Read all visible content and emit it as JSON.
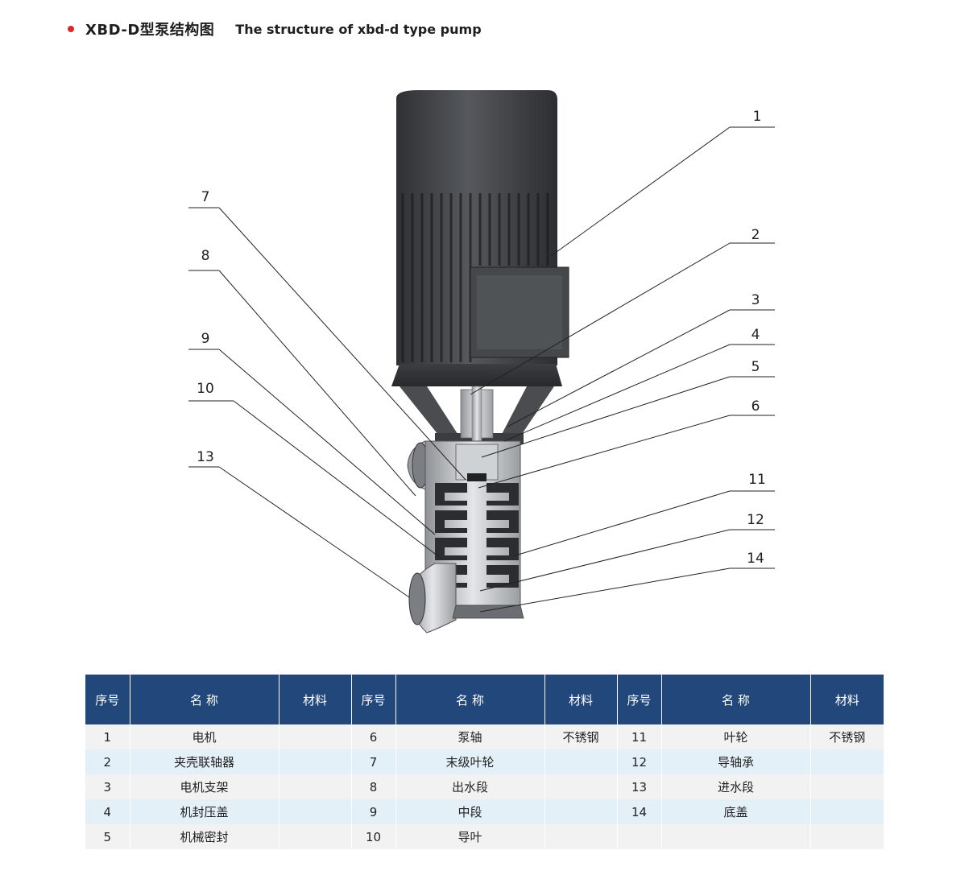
{
  "header": {
    "title_cn": "XBD-D型泵结构图",
    "title_en": "The structure of xbd-d type pump",
    "accent_color": "#e0262b"
  },
  "diagram": {
    "callouts": [
      "1",
      "2",
      "3",
      "4",
      "5",
      "6",
      "7",
      "8",
      "9",
      "10",
      "11",
      "12",
      "13",
      "14"
    ]
  },
  "table": {
    "header_color": "#22477a",
    "headers": [
      "序号",
      "名 称",
      "材料",
      "序号",
      "名 称",
      "材料",
      "序号",
      "名 称",
      "材料"
    ],
    "rows": [
      [
        "1",
        "电机",
        "",
        "6",
        "泵轴",
        "不锈钢",
        "11",
        "叶轮",
        "不锈钢"
      ],
      [
        "2",
        "夹壳联轴器",
        "",
        "7",
        "末级叶轮",
        "",
        "12",
        "导轴承",
        ""
      ],
      [
        "3",
        "电机支架",
        "",
        "8",
        "出水段",
        "",
        "13",
        "进水段",
        ""
      ],
      [
        "4",
        "机封压盖",
        "",
        "9",
        "中段",
        "",
        "14",
        "底盖",
        ""
      ],
      [
        "5",
        "机械密封",
        "",
        "10",
        "导叶",
        "",
        "",
        "",
        " "
      ]
    ]
  }
}
